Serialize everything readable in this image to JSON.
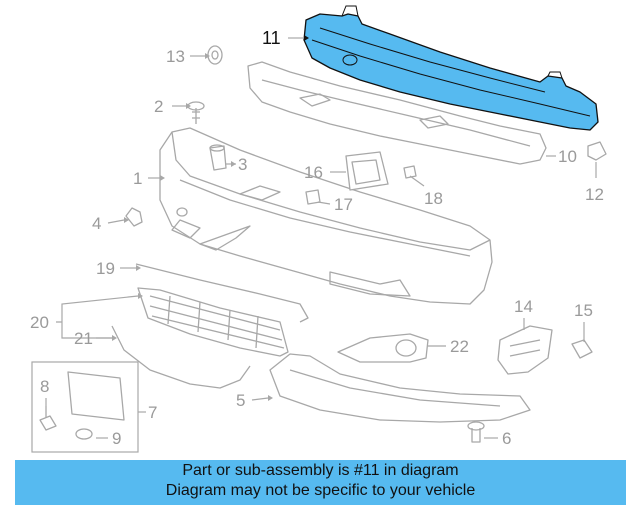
{
  "colors": {
    "highlight": "#56baf0",
    "part_line": "#a8a8a8",
    "label": "#9a9a9a",
    "banner": "#56baf0"
  },
  "callouts": {
    "c1": "1",
    "c2": "2",
    "c3": "3",
    "c4": "4",
    "c5": "5",
    "c6": "6",
    "c7": "7",
    "c8": "8",
    "c9": "9",
    "c10": "10",
    "c11": "11",
    "c12": "12",
    "c13": "13",
    "c14": "14",
    "c15": "15",
    "c16": "16",
    "c17": "17",
    "c18": "18",
    "c19": "19",
    "c20": "20",
    "c21": "21",
    "c22": "22"
  },
  "highlighted_part": "11",
  "banner": {
    "line1": "Part or sub-assembly is #11 in diagram",
    "line2": "Diagram may not be specific to your vehicle"
  }
}
